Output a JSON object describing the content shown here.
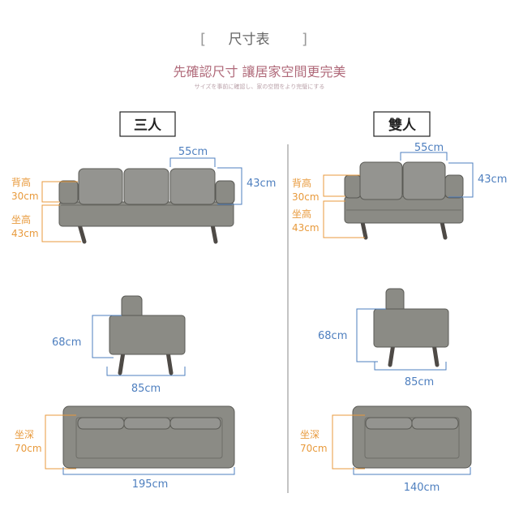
{
  "header": {
    "title": "尺寸表",
    "bracket_open": "[",
    "bracket_close": "]",
    "subtitle": "先確認尺寸 讓居家空間更完美",
    "small_caption": "サイズを事前に確認し、家の空間をより完璧にする"
  },
  "colors": {
    "sofa_fill": "#8b8b85",
    "sofa_cushion": "#949490",
    "sofa_stroke": "#5a5a55",
    "leg": "#4e4a46",
    "blue": "#4e7fbf",
    "orange": "#e89a3c",
    "title_pink": "#b06a7a",
    "divider": "#888888"
  },
  "three_seat": {
    "badge": "三人",
    "cushion_width": "55cm",
    "arm_height": "43cm",
    "back_height_label": "背高",
    "back_height_value": "30cm",
    "seat_height_label": "坐高",
    "seat_height_value": "43cm",
    "side_height": "68cm",
    "side_depth": "85cm",
    "depth_label": "坐深",
    "depth_value": "70cm",
    "total_width": "195cm"
  },
  "two_seat": {
    "badge": "雙人",
    "cushion_width": "55cm",
    "arm_height": "43cm",
    "back_height_label": "背高",
    "back_height_value": "30cm",
    "seat_height_label": "坐高",
    "seat_height_value": "43cm",
    "side_height": "68cm",
    "side_depth": "85cm",
    "depth_label": "坐深",
    "depth_value": "70cm",
    "total_width": "140cm"
  }
}
